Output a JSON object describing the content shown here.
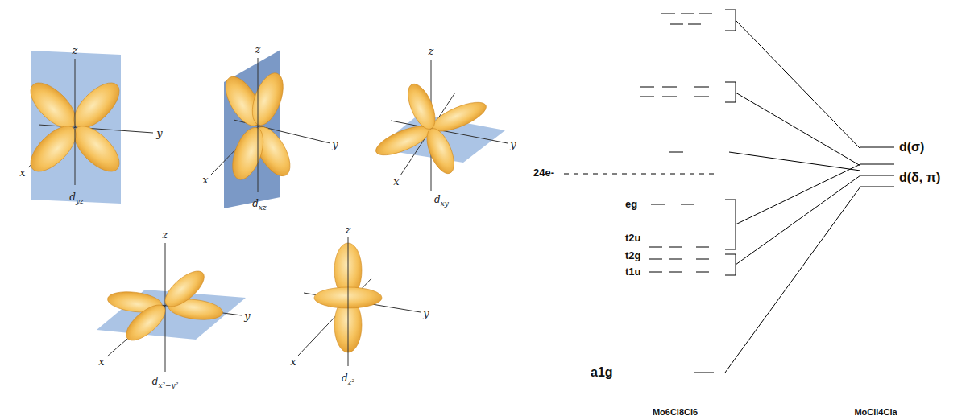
{
  "diagram": {
    "labels": [
      "z",
      "y",
      "x",
      "dyz",
      "z",
      "y",
      "x",
      "dxz",
      "z",
      "y",
      "x",
      "dxy",
      "z",
      "y",
      "x",
      "dx²−y²",
      "z",
      "y",
      "x",
      "dz²",
      "24e-",
      "eg",
      "t2u",
      "t2g",
      "t1u",
      "a1g",
      "d(σ)",
      "d(δ, π)",
      "Mo6Cl8Cl6",
      "MoCli4Cla"
    ]
  }
}
